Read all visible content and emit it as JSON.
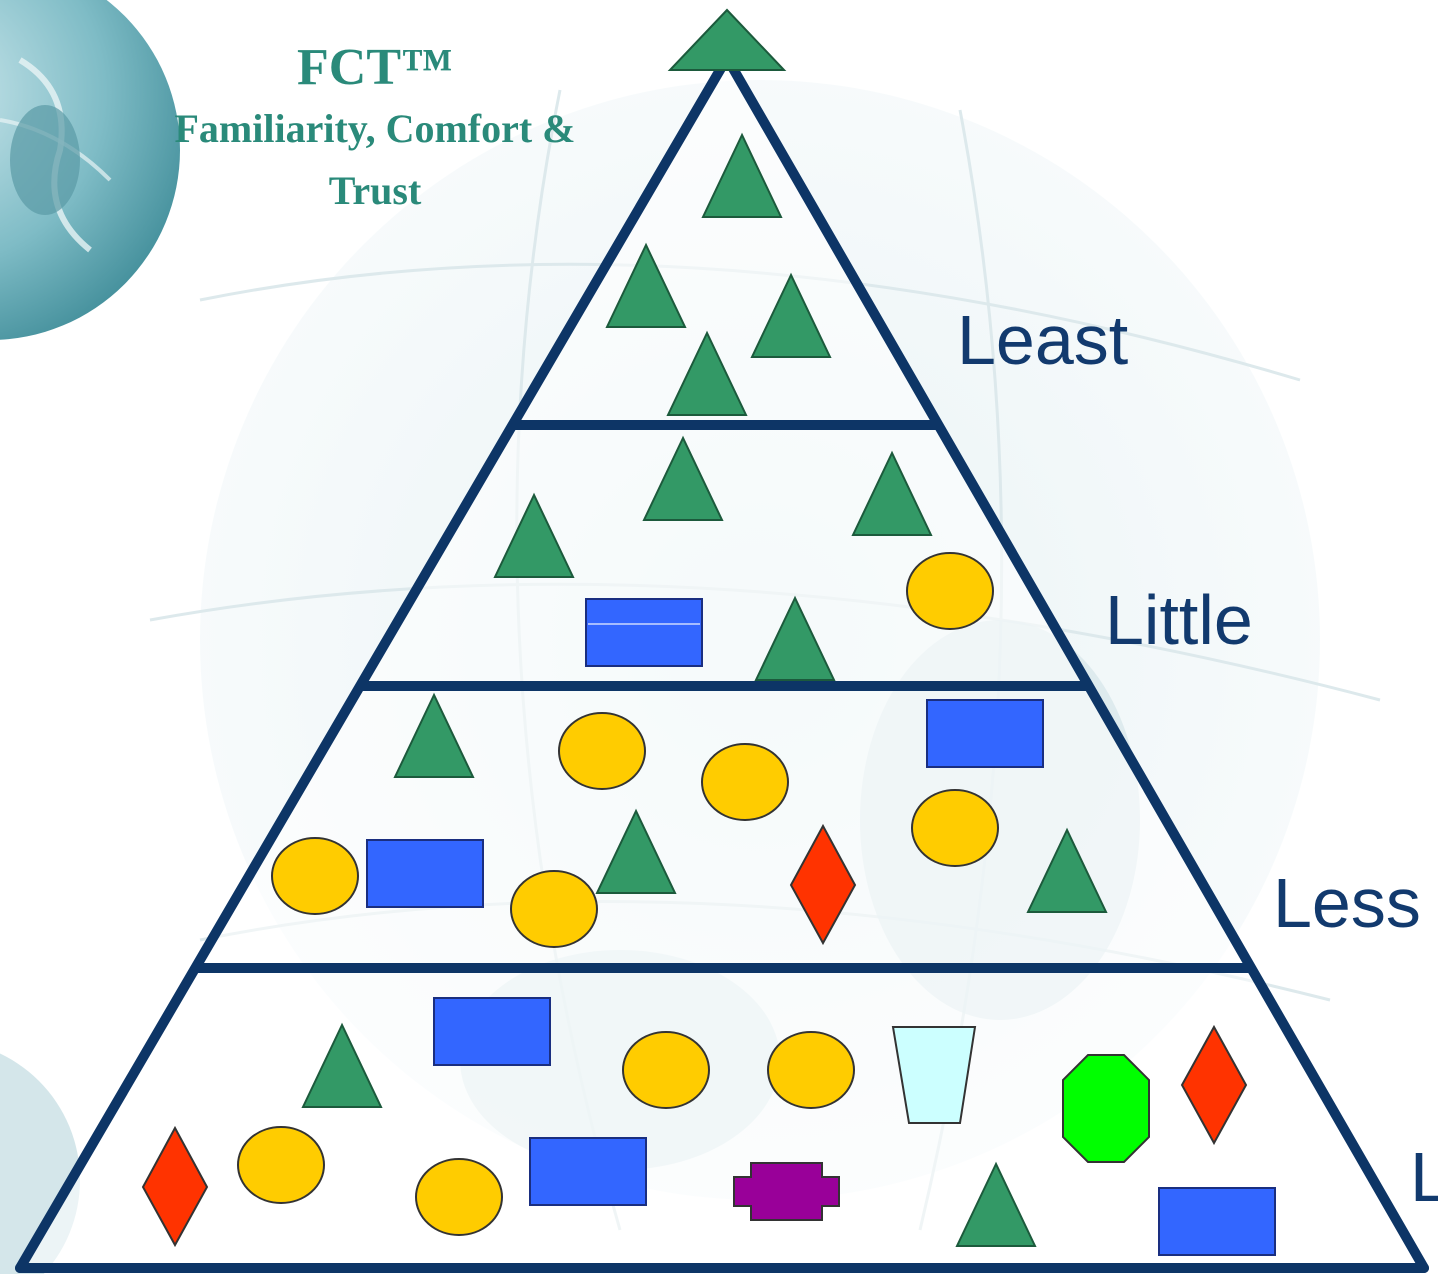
{
  "title": {
    "main": "FCT™",
    "subtitle_line1": "Familiarity, Comfort &",
    "subtitle_line2": "Trust"
  },
  "levels": [
    {
      "id": "tier-1",
      "label": "Least"
    },
    {
      "id": "tier-2",
      "label": "Little"
    },
    {
      "id": "tier-3",
      "label": "Less"
    },
    {
      "id": "tier-4",
      "label": "L"
    }
  ],
  "colors": {
    "pyramid_outline": "#0d3566",
    "triangle": "#339966",
    "circle": "#ffcc00",
    "rectangle": "#3366ff",
    "diamond": "#ff3300",
    "octagon": "#00ff00",
    "trapezoid": "#ccffff",
    "cross": "#990099",
    "title": "#2a8a7a",
    "label": "#123a6e"
  }
}
